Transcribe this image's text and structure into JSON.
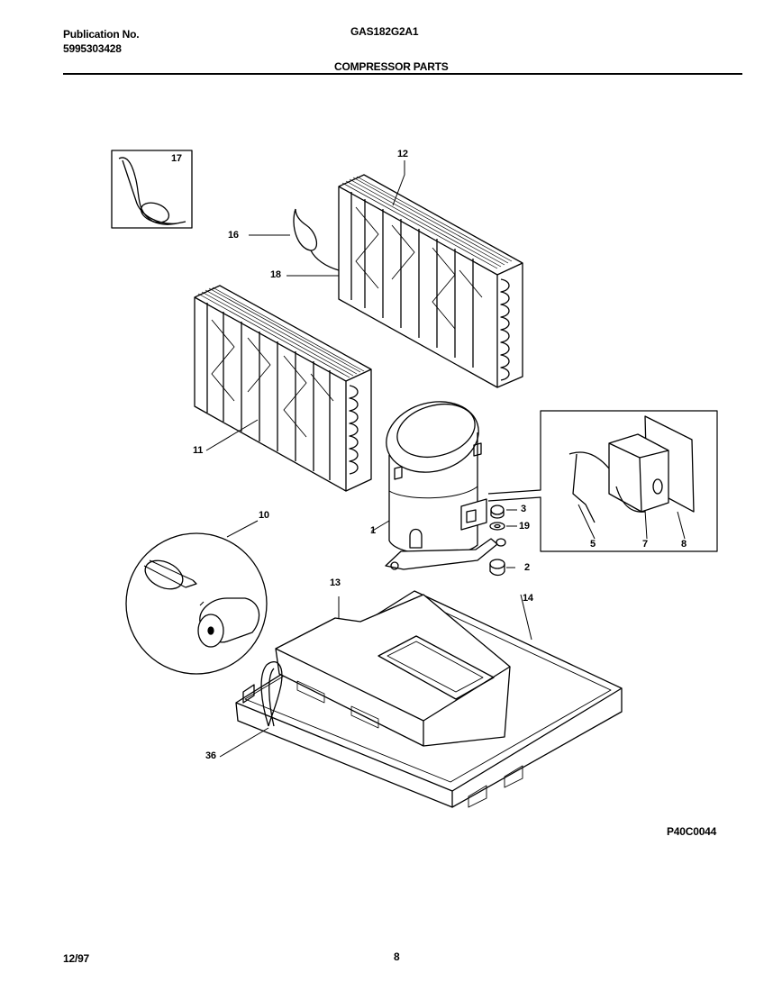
{
  "header": {
    "publication_label": "Publication No.",
    "publication_number": "5995303428",
    "model": "GAS182G2A1",
    "section_title": "COMPRESSOR PARTS"
  },
  "diagram": {
    "code": "P40C0044",
    "callouts": {
      "c1": "1",
      "c2": "2",
      "c3": "3",
      "c5": "5",
      "c7": "7",
      "c8": "8",
      "c10": "10",
      "c11": "11",
      "c12": "12",
      "c13": "13",
      "c14": "14",
      "c16": "16",
      "c17": "17",
      "c18": "18",
      "c19": "19",
      "c36": "36"
    }
  },
  "footer": {
    "date": "12/97",
    "page": "8"
  }
}
